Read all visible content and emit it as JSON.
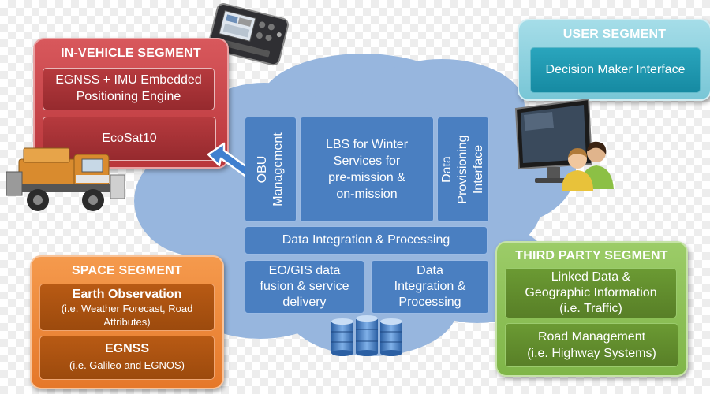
{
  "in_vehicle": {
    "title": "IN-VEHICLE SEGMENT",
    "box1_line1": "EGNSS + IMU Embedded",
    "box1_line2": "Positioning Engine",
    "box2": "EcoSat10"
  },
  "user": {
    "title": "USER SEGMENT",
    "box": "Decision Maker Interface"
  },
  "space": {
    "title": "SPACE SEGMENT",
    "box1_title": "Earth Observation",
    "box1_line1": "(i.e. Weather Forecast, Road",
    "box1_line2": "Attributes)",
    "box2_title": "EGNSS",
    "box2_line1": "(i.e. Galileo and EGNOS)"
  },
  "third_party": {
    "title": "THIRD PARTY SEGMENT",
    "box1_line1": "Linked Data &",
    "box1_line2": "Geographic Information",
    "box1_line3": "(i.e. Traffic)",
    "box2_line1": "Road Management",
    "box2_line2": "(i.e. Highway Systems)"
  },
  "cloud": {
    "obu_line1": "OBU",
    "obu_line2": "Management",
    "lbs_line1": "LBS for Winter",
    "lbs_line2": "Services for",
    "lbs_line3": "pre-mission &",
    "lbs_line4": "on-mission",
    "dpi_line1": "Data",
    "dpi_line2": "Provisioning",
    "dpi_line3": "Interface",
    "integration_bar": "Data Integration & Processing",
    "eogis_line1": "EO/GIS data",
    "eogis_line2": "fusion & service",
    "eogis_line3": "delivery",
    "dip_line1": "Data",
    "dip_line2": "Integration &",
    "dip_line3": "Processing"
  },
  "colors": {
    "cloud": "#97b6de",
    "cloud_box": "#4a7fc1",
    "in_vehicle": "#c8474b",
    "user": "#8fd1df",
    "space": "#ee8a3c",
    "third_party": "#8dc05a"
  },
  "icons": [
    "device-icon",
    "truck-icon",
    "monitor-icon",
    "users-icon",
    "database-icon",
    "double-arrow-icon"
  ]
}
